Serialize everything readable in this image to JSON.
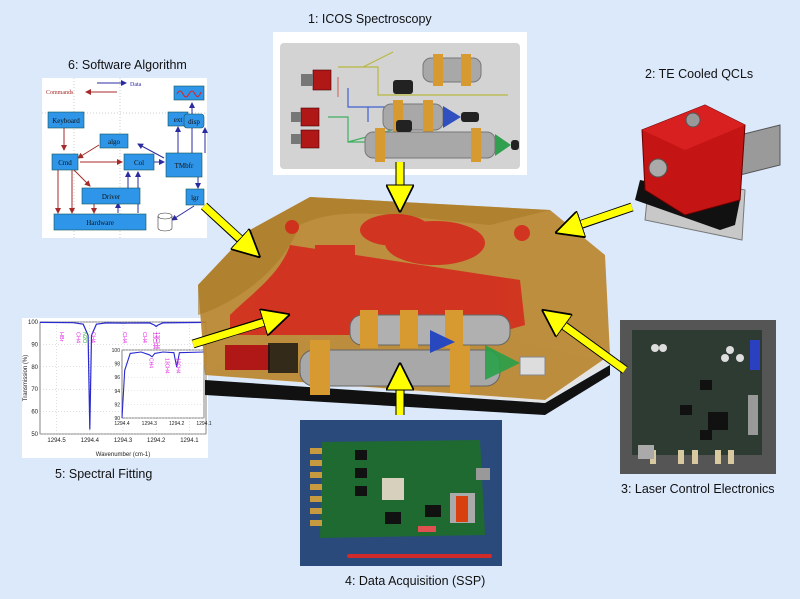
{
  "labels": {
    "icos": "1:  ICOS Spectroscopy",
    "qcl": "2:  TE Cooled QCLs",
    "laser": "3:  Laser Control Electronics",
    "daq": "4:  Data Acquisition (SSP)",
    "fitting": "5:  Spectral Fitting",
    "software": "6:  Software Algorithm"
  },
  "software_diagram": {
    "legend_data": "Data",
    "legend_commands": "Commands",
    "boxes": {
      "keyboard": "Keyboard",
      "algo": "algo",
      "cmd": "Cmd",
      "col": "Col",
      "tmbfr": "TMbfr",
      "ext": "ext",
      "disp": "disp",
      "driver": "Driver",
      "lgr": "lgr",
      "hardware": "Hardware"
    }
  },
  "colors": {
    "background": "#dce9fb",
    "arrow": "#ffff00",
    "box": "#2f95e8",
    "data_arrow": "#2b2ba0",
    "command_arrow": "#a52a2a",
    "enclosure": "#b8862e",
    "spectrum": "#2a2ad0",
    "species_label": "#e020e0"
  },
  "chart_data": {
    "type": "line",
    "title": "",
    "xlabel": "Wavenumber (cm-1)",
    "ylabel": "Transmission (%)",
    "xlim": [
      1294.55,
      1294.05
    ],
    "ylim": [
      50,
      100
    ],
    "x_ticks": [
      "1294.5",
      "1294.4",
      "1294.3",
      "1294.2",
      "1294.1"
    ],
    "y_ticks": [
      "50",
      "60",
      "70",
      "80",
      "90",
      "100"
    ],
    "grid": true,
    "series": [
      {
        "name": "transmission",
        "x": [
          1294.55,
          1294.45,
          1294.42,
          1294.405,
          1294.4,
          1294.395,
          1294.38,
          1294.35,
          1294.3,
          1294.22,
          1294.205,
          1294.2,
          1294.195,
          1294.18,
          1294.05
        ],
        "y": [
          99.8,
          99.7,
          99.0,
          94,
          52,
          94,
          99.0,
          99.6,
          99.5,
          99.6,
          98.6,
          98.0,
          98.6,
          99.6,
          99.8
        ]
      }
    ],
    "annotations": [
      "HBr",
      "CH4",
      "N2O",
      "CH4",
      "CH4",
      "CH4",
      "13CH4",
      "13CH4"
    ],
    "inset": {
      "xlim": [
        1294.4,
        1294.1
      ],
      "ylim": [
        90,
        100
      ],
      "x_ticks": [
        "1294.4",
        "1294.3",
        "1294.2",
        "1294.1"
      ],
      "y_ticks": [
        "90",
        "92",
        "94",
        "96",
        "98",
        "100"
      ],
      "series": [
        {
          "name": "transmission-zoom",
          "x": [
            1294.4,
            1294.39,
            1294.37,
            1294.33,
            1294.3,
            1294.29,
            1294.28,
            1294.25,
            1294.21,
            1294.205,
            1294.2,
            1294.195,
            1294.19,
            1294.1
          ],
          "y": [
            90,
            97,
            99.5,
            99.7,
            99.3,
            99.0,
            99.5,
            99.7,
            99.6,
            98.5,
            97.5,
            98.5,
            99.6,
            99.7
          ]
        }
      ],
      "annotations": [
        "CH4",
        "13CH4",
        "13CH4"
      ]
    }
  }
}
